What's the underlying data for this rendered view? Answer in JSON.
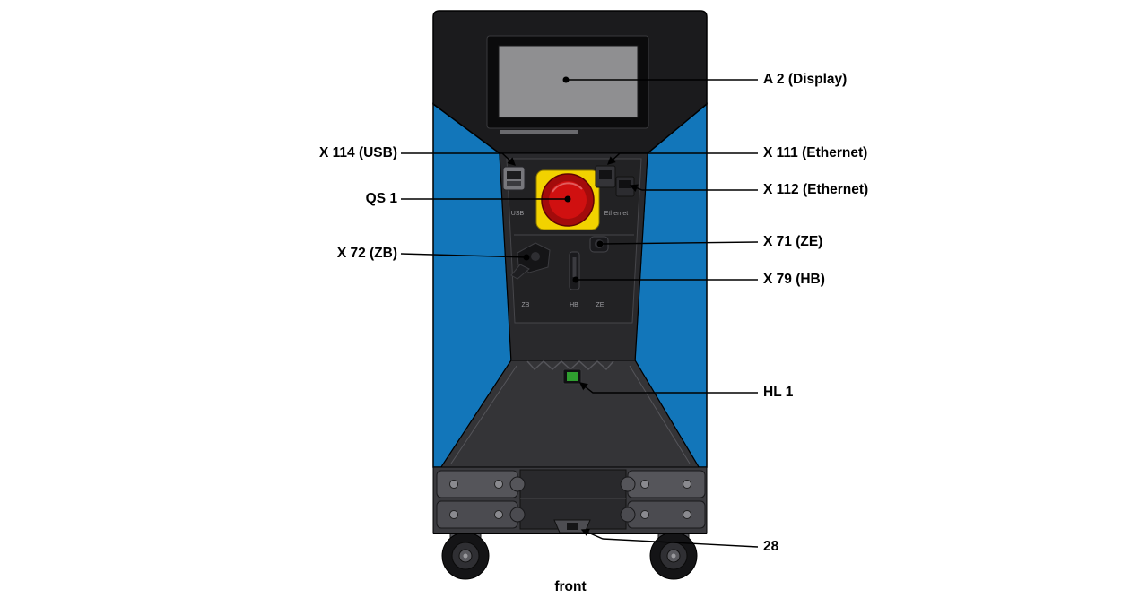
{
  "diagram": {
    "caption": "front",
    "labels": {
      "a2": {
        "text": "A 2 (Display)"
      },
      "x114": {
        "text": "X 114 (USB)"
      },
      "x111": {
        "text": "X 111 (Ethernet)"
      },
      "x112": {
        "text": "X 112 (Ethernet)"
      },
      "qs1": {
        "text": "QS 1"
      },
      "x72": {
        "text": "X 72 (ZB)"
      },
      "x71": {
        "text": "X 71 (ZE)"
      },
      "x79": {
        "text": "X 79 (HB)"
      },
      "hl1": {
        "text": "HL 1"
      },
      "item28": {
        "text": "28"
      }
    },
    "port_labels": {
      "usb": "USB",
      "ethernet": "Ethernet",
      "zb": "ZB",
      "hb": "HB",
      "ze": "ZE"
    },
    "colors": {
      "panel_blue": "#1276ba",
      "estop_yellow": "#f2d200",
      "estop_red": "#d01010",
      "led_green": "#2f9e2f"
    }
  }
}
